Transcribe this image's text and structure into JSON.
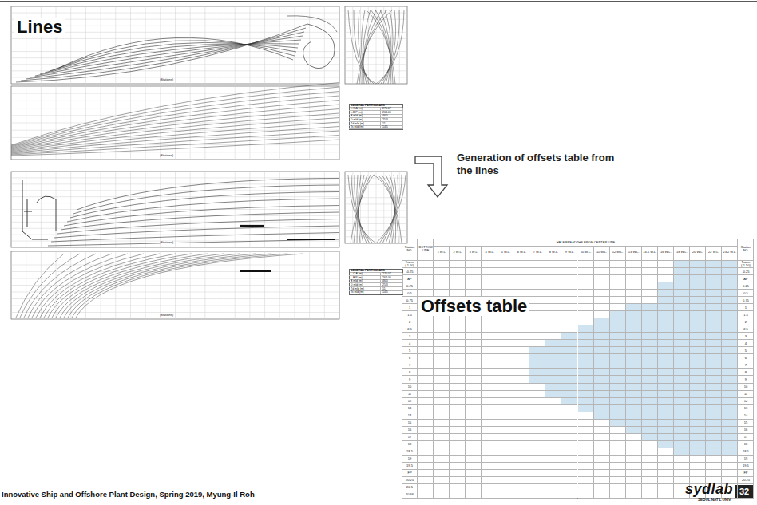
{
  "diagram": {
    "labels": [
      "Lines",
      "Generation of offsets table from the lines",
      "Offsets table",
      "Innovative Ship and Offshore Plant Design, Spring 2019, Myung-Il Roh",
      "sydlab",
      "SEOUL NAT'L UNIV",
      "32",
      "(Stations)",
      "(Stations)",
      "(Stations)",
      "(Stations)",
      "GENERAL PARTICULARS",
      "L.O.A (m)",
      "L.B.P (m)",
      "B mld (m)",
      "D mld (m)",
      "Td mld (m)",
      "Ts mld (m)",
      "270.07",
      "264.00",
      "46.0",
      "25.3",
      "11",
      "14.5",
      "GENERAL PARTICULARS",
      "L.O.A (m)",
      "L.B.P (m)",
      "B mld (m)",
      "D mld (m)",
      "Td mld (m)",
      "Ts mld (m)",
      "270.07",
      "264.00",
      "46.0",
      "25.3",
      "11",
      "14.5",
      "HALF BREADTHS FROM CENTER LINE",
      "Station NO.",
      "BOTTOM LINE",
      "1 W.L.",
      "2 W.L.",
      "3 W.L.",
      "4 W.L.",
      "5 W.L.",
      "6 W.L.",
      "7 W.L.",
      "8 W.L.",
      "9 W.L.",
      "10 W.L.",
      "11 W.L.",
      "12 W.L.",
      "13 W.L.",
      "14.5 W.L.",
      "16 W.L.",
      "18 W.L.",
      "20 W.L.",
      "22 W.L.",
      "23.2 W.L.",
      "Station NO.",
      "Trans. (-1.50)",
      "-0.25",
      "AP",
      "0.25",
      "0.5",
      "0.75",
      "1",
      "1.5",
      "2",
      "2.5",
      "3",
      "4",
      "5",
      "6",
      "7",
      "8",
      "9",
      "10",
      "11",
      "12",
      "13",
      "14",
      "15",
      "16",
      "17",
      "18",
      "18.5",
      "19",
      "19.5",
      "FP",
      "20.25",
      "20.5",
      "20.66",
      "Trans. (-1.50)",
      "-0.25",
      "AP",
      "0.25",
      "0.5",
      "0.75",
      "1",
      "1.5",
      "2",
      "2.5",
      "3",
      "4",
      "5",
      "6",
      "7",
      "8",
      "9",
      "10",
      "11",
      "12",
      "13",
      "14",
      "15",
      "16",
      "17",
      "18",
      "18.5",
      "19",
      "19.5",
      "FP",
      "20.25",
      "20.5",
      "20.66"
    ]
  }
}
